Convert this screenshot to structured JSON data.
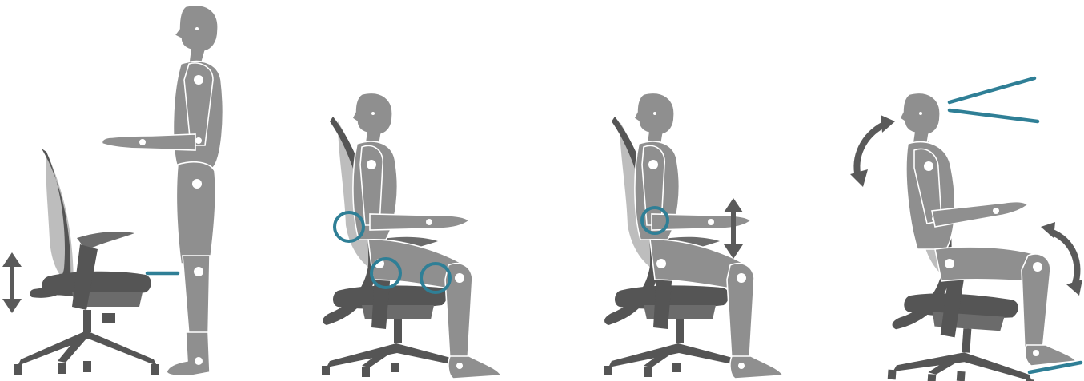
{
  "colors": {
    "accent": "#2f7f96",
    "figure": "#8f8f8f",
    "chair_dark": "#555555",
    "chair_light": "#bdbdbd",
    "arrow": "#5a5a5a",
    "background": "#ffffff"
  },
  "steps": [
    {
      "id": "step-1",
      "description_icon": "standing-figure-seat-height-icon"
    },
    {
      "id": "step-2",
      "description_icon": "seated-figure-depth-icon"
    },
    {
      "id": "step-3",
      "description_icon": "seated-figure-armrest-icon"
    },
    {
      "id": "step-4",
      "description_icon": "seated-figure-recline-icon"
    }
  ]
}
